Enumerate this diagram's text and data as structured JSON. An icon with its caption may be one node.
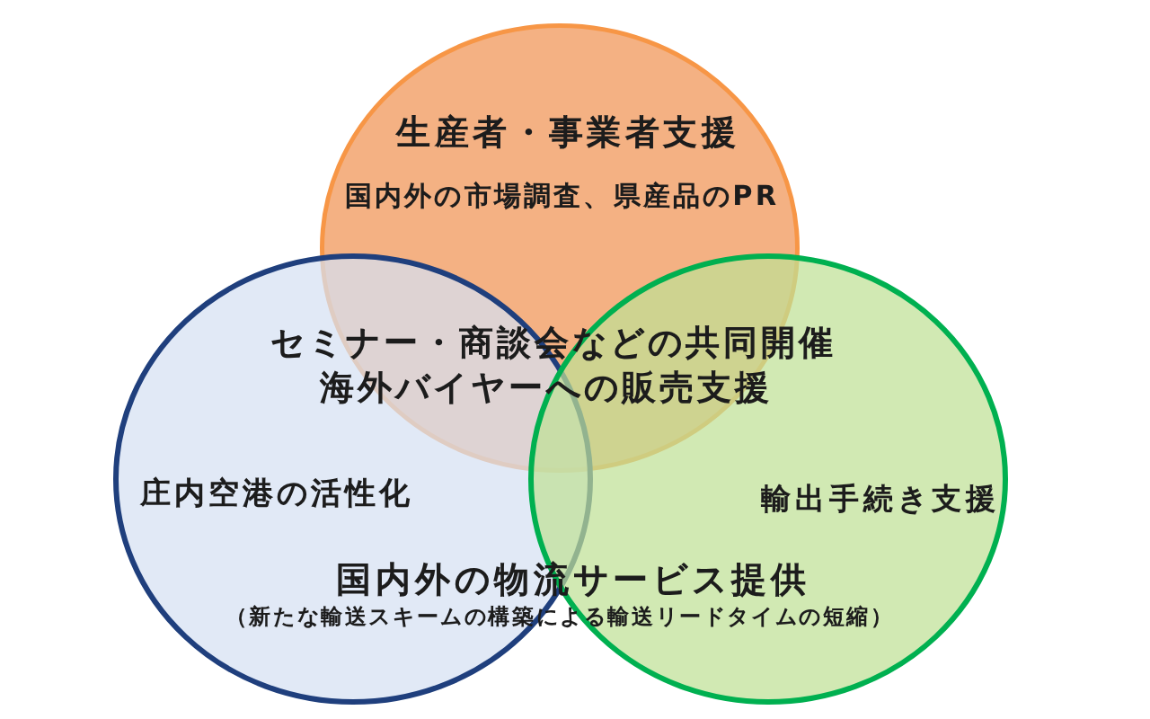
{
  "diagram": {
    "nodes": [
      {
        "text": [
          "生産者・事業者支援",
          "国内外の市場調査、県産品のPR"
        ]
      },
      {
        "text": [
          "庄内空港の活性化"
        ]
      },
      {
        "text": [
          "輸出手続き支援"
        ]
      }
    ],
    "labels": [
      "セミナー・商談会などの共同開催",
      "海外バイヤーへの販売支援",
      "国内外の物流サービス提供",
      "（新たな輸送スキームの構築による輸送リードタイムの短縮）"
    ]
  }
}
